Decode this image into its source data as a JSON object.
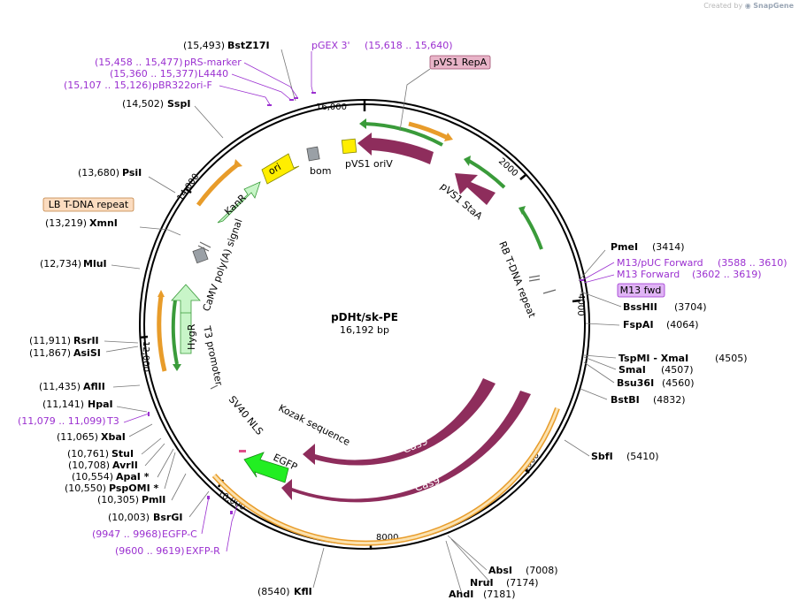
{
  "watermark": {
    "prefix": "Created by",
    "brand": "SnapGene"
  },
  "plasmid": {
    "name": "pDHt/sk-PE",
    "length": "16,192 bp"
  },
  "ticks": [
    "2000",
    "4000",
    "6000",
    "8000",
    "10,000",
    "12,000",
    "14,000",
    "16,000"
  ],
  "sites": [
    {
      "pos": "(15,493)",
      "name": "BstZ17I"
    },
    {
      "pos": "(14,502)",
      "name": "SspI"
    },
    {
      "pos": "(13,680)",
      "name": "PsiI"
    },
    {
      "pos": "(13,219)",
      "name": "XmnI"
    },
    {
      "pos": "(12,734)",
      "name": "MluI"
    },
    {
      "pos": "(11,911)",
      "name": "RsrII"
    },
    {
      "pos": "(11,867)",
      "name": "AsiSI"
    },
    {
      "pos": "(11,435)",
      "name": "AflII"
    },
    {
      "pos": "(11,141)",
      "name": "HpaI"
    },
    {
      "pos": "(11,065)",
      "name": "XbaI"
    },
    {
      "pos": "(10,761)",
      "name": "StuI"
    },
    {
      "pos": "(10,708)",
      "name": "AvrII"
    },
    {
      "pos": "(10,554)",
      "name": "ApaI *"
    },
    {
      "pos": "(10,550)",
      "name": "PspOMI *"
    },
    {
      "pos": "(10,305)",
      "name": "PmlI"
    },
    {
      "pos": "(10,003)",
      "name": "BsrGI"
    },
    {
      "pos": "(8540)",
      "name": "KflI"
    },
    {
      "pos": "(7008)",
      "name": "AbsI"
    },
    {
      "pos": "(7174)",
      "name": "NruI"
    },
    {
      "pos": "(7181)",
      "name": "AhdI"
    },
    {
      "pos": "(5410)",
      "name": "SbfI"
    },
    {
      "pos": "(4832)",
      "name": "BstBI"
    },
    {
      "pos": "(4560)",
      "name": "Bsu36I"
    },
    {
      "pos": "(4507)",
      "name": "SmaI"
    },
    {
      "pos": "(4505)",
      "name": "TspMI - XmaI"
    },
    {
      "pos": "(4064)",
      "name": "FspAI"
    },
    {
      "pos": "(3704)",
      "name": "BssHII"
    },
    {
      "pos": "(3414)",
      "name": "PmeI"
    }
  ],
  "primers": [
    {
      "name": "pGEX 3'",
      "pos": "(15,618 .. 15,640)"
    },
    {
      "name": "pRS-marker",
      "pos": "(15,458 .. 15,477)"
    },
    {
      "name": "L4440",
      "pos": "(15,360 .. 15,377)"
    },
    {
      "name": "pBR322ori-F",
      "pos": "(15,107 .. 15,126)"
    },
    {
      "name": "T3",
      "pos": "(11,079 .. 11,099)"
    },
    {
      "name": "EGFP-C",
      "pos": "(9947 .. 9968)"
    },
    {
      "name": "EXFP-R",
      "pos": "(9600 .. 9619)"
    },
    {
      "name": "M13/pUC Forward",
      "pos": "(3588 .. 3610)"
    },
    {
      "name": "M13 Forward",
      "pos": "(3602 .. 3619)"
    }
  ],
  "boxed_labels": {
    "pvs1_repa": "pVS1 RepA",
    "lb_tdna": "LB T-DNA repeat",
    "m13_fwd": "M13 fwd"
  },
  "features": {
    "bom": "bom",
    "pvs1_oriv": "pVS1 oriV",
    "pvs1_staa": "pVS1 StaA",
    "ori": "ori",
    "kanr": "KanR",
    "camv": "CaMV poly(A) signal",
    "rb_tdna": "RB T-DNA repeat",
    "hygr": "HygR",
    "t3_promoter": "T3 promoter",
    "sv40_nls": "SV40 NLS",
    "kozak": "Kozak sequence",
    "egfp": "EGFP",
    "cas9_a": "Cas9",
    "cas9_b": "Cas9"
  },
  "colors": {
    "backbone": "#000000",
    "cds_dark": "#8e2d5c",
    "green_arrow": "#22ee22",
    "pale_green": "#c8f5c8",
    "origin_yellow": "#ffee00",
    "orf_orange": "#e89c2a",
    "orf_green": "#3a9b3a",
    "primer_purple": "#9b30d0",
    "box_pink": "#e8b4c8",
    "box_peach": "#fbdcc0",
    "box_violet": "#e0b4f5"
  }
}
